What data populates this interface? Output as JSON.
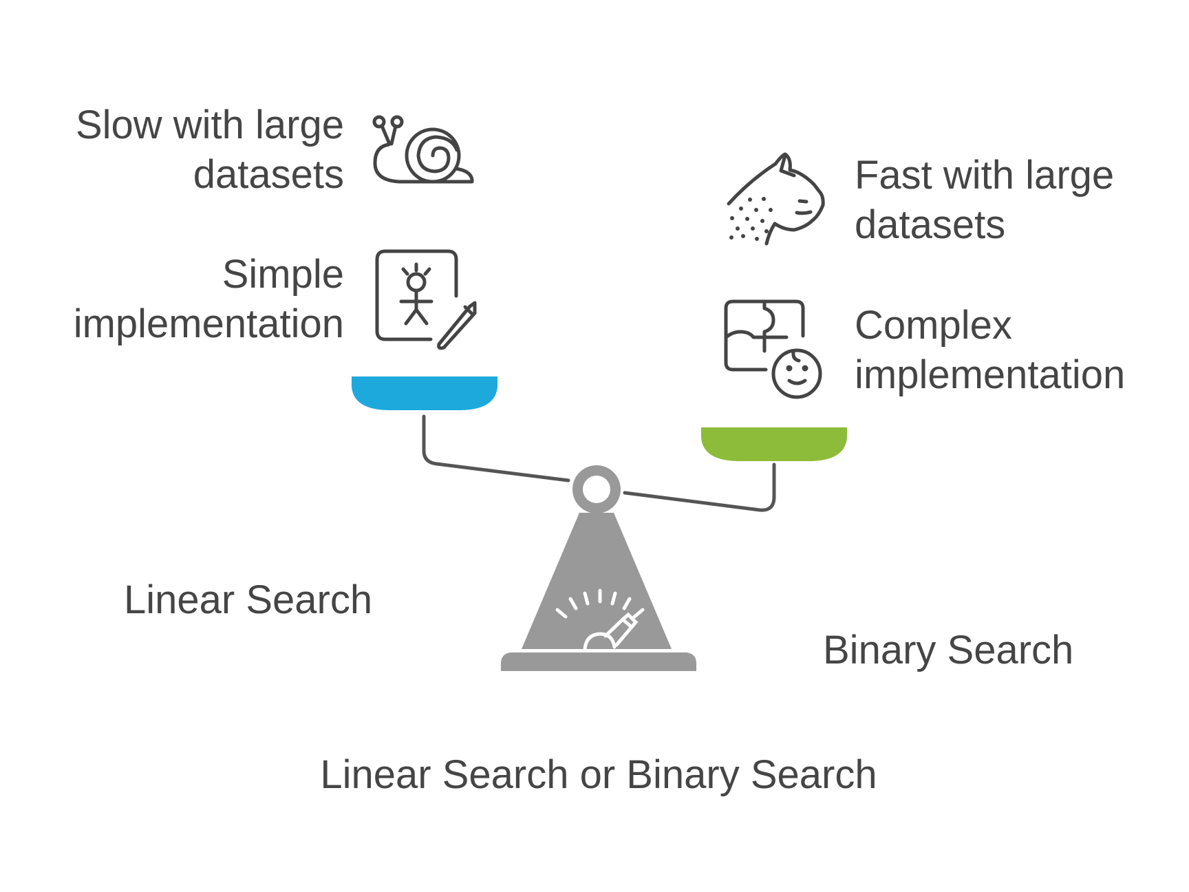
{
  "title": "Linear Search or Binary Search",
  "left_option": {
    "name": "Linear Search",
    "pan_color": "#1EA9DC",
    "points": [
      {
        "lines": [
          "Slow with large",
          "datasets"
        ],
        "icon": "snail-icon"
      },
      {
        "lines": [
          "Simple",
          "implementation"
        ],
        "icon": "child-drawing-icon"
      }
    ]
  },
  "right_option": {
    "name": "Binary Search",
    "pan_color": "#8DBB3A",
    "points": [
      {
        "lines": [
          "Fast with large",
          "datasets"
        ],
        "icon": "cheetah-icon"
      },
      {
        "lines": [
          "Complex",
          "implementation"
        ],
        "icon": "puzzle-face-icon"
      }
    ]
  },
  "colors": {
    "text": "#454545",
    "icon_stroke": "#444444",
    "scale_gray": "#999999",
    "beam": "#555555"
  }
}
